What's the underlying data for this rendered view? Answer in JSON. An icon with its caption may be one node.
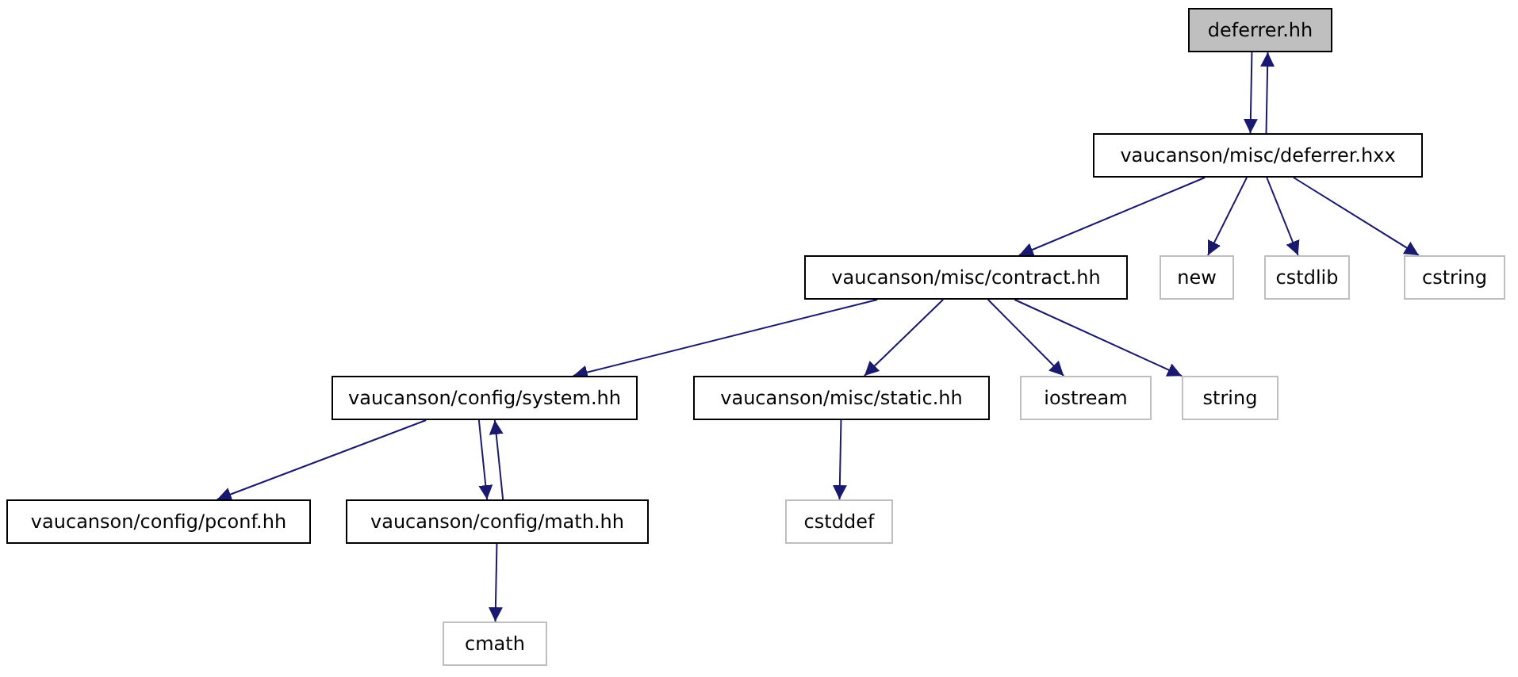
{
  "diagram": {
    "nodes": [
      {
        "text": [
          "deferrer.hh"
        ]
      },
      {
        "text": [
          "vaucanson/misc/deferrer.hxx"
        ]
      },
      {
        "text": [
          "vaucanson/misc/contract.hh"
        ]
      },
      {
        "text": [
          "new"
        ]
      },
      {
        "text": [
          "cstdlib"
        ]
      },
      {
        "text": [
          "cstring"
        ]
      },
      {
        "text": [
          "vaucanson/config/system.hh"
        ]
      },
      {
        "text": [
          "vaucanson/misc/static.hh"
        ]
      },
      {
        "text": [
          "iostream"
        ]
      },
      {
        "text": [
          "string"
        ]
      },
      {
        "text": [
          "vaucanson/config/pconf.hh"
        ]
      },
      {
        "text": [
          "vaucanson/config/math.hh"
        ]
      },
      {
        "text": [
          "cstddef"
        ]
      },
      {
        "text": [
          "cmath"
        ]
      }
    ],
    "edges": [
      {
        "from": 0,
        "to": 1,
        "arrow": "to"
      },
      {
        "from": 1,
        "to": 0,
        "arrow": "to"
      },
      {
        "from": 1,
        "to": 2,
        "arrow": "to"
      },
      {
        "from": 1,
        "to": 3,
        "arrow": "to"
      },
      {
        "from": 1,
        "to": 4,
        "arrow": "to"
      },
      {
        "from": 1,
        "to": 5,
        "arrow": "to"
      },
      {
        "from": 2,
        "to": 6,
        "arrow": "to"
      },
      {
        "from": 2,
        "to": 7,
        "arrow": "to"
      },
      {
        "from": 2,
        "to": 8,
        "arrow": "to"
      },
      {
        "from": 2,
        "to": 9,
        "arrow": "to"
      },
      {
        "from": 6,
        "to": 10,
        "arrow": "to"
      },
      {
        "from": 6,
        "to": 11,
        "arrow": "to"
      },
      {
        "from": 11,
        "to": 6,
        "arrow": "to"
      },
      {
        "from": 7,
        "to": 12,
        "arrow": "to"
      },
      {
        "from": 11,
        "to": 13,
        "arrow": "to"
      }
    ]
  }
}
